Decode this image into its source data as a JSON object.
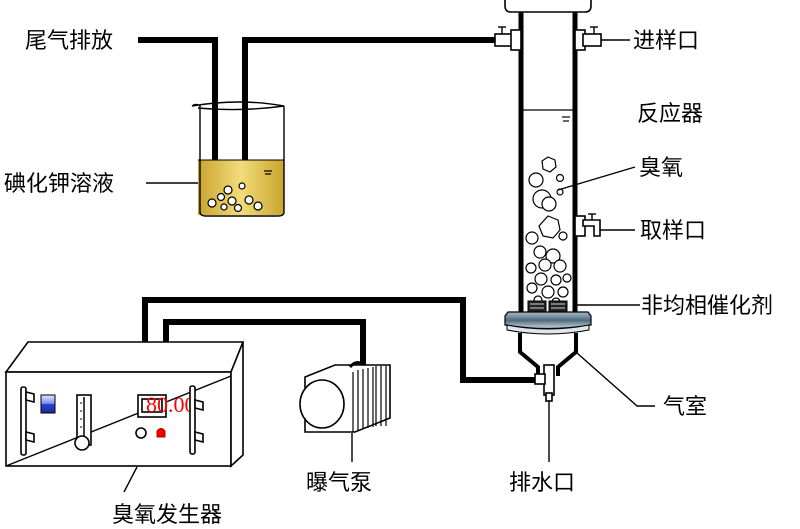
{
  "diagram": {
    "title": "Heterogeneous catalytic ozonation apparatus",
    "labels": {
      "exhaust": "尾气排放",
      "ki_solution": "碘化钾溶液",
      "inlet_port": "进样口",
      "reactor": "反应器",
      "ozone": "臭氧",
      "sampling_port": "取样口",
      "catalyst": "非均相催化剂",
      "gas_chamber": "气室",
      "drain": "排水口",
      "aeration_pump": "曝气泵",
      "ozone_generator": "臭氧发生器"
    },
    "generator_display": "80.00",
    "colors": {
      "display_text": "#ff0000",
      "solution": "#e8c44a",
      "switch_blue": "#2244cc",
      "plate": "#4f6b7f",
      "indicator": "#ee0000"
    }
  }
}
